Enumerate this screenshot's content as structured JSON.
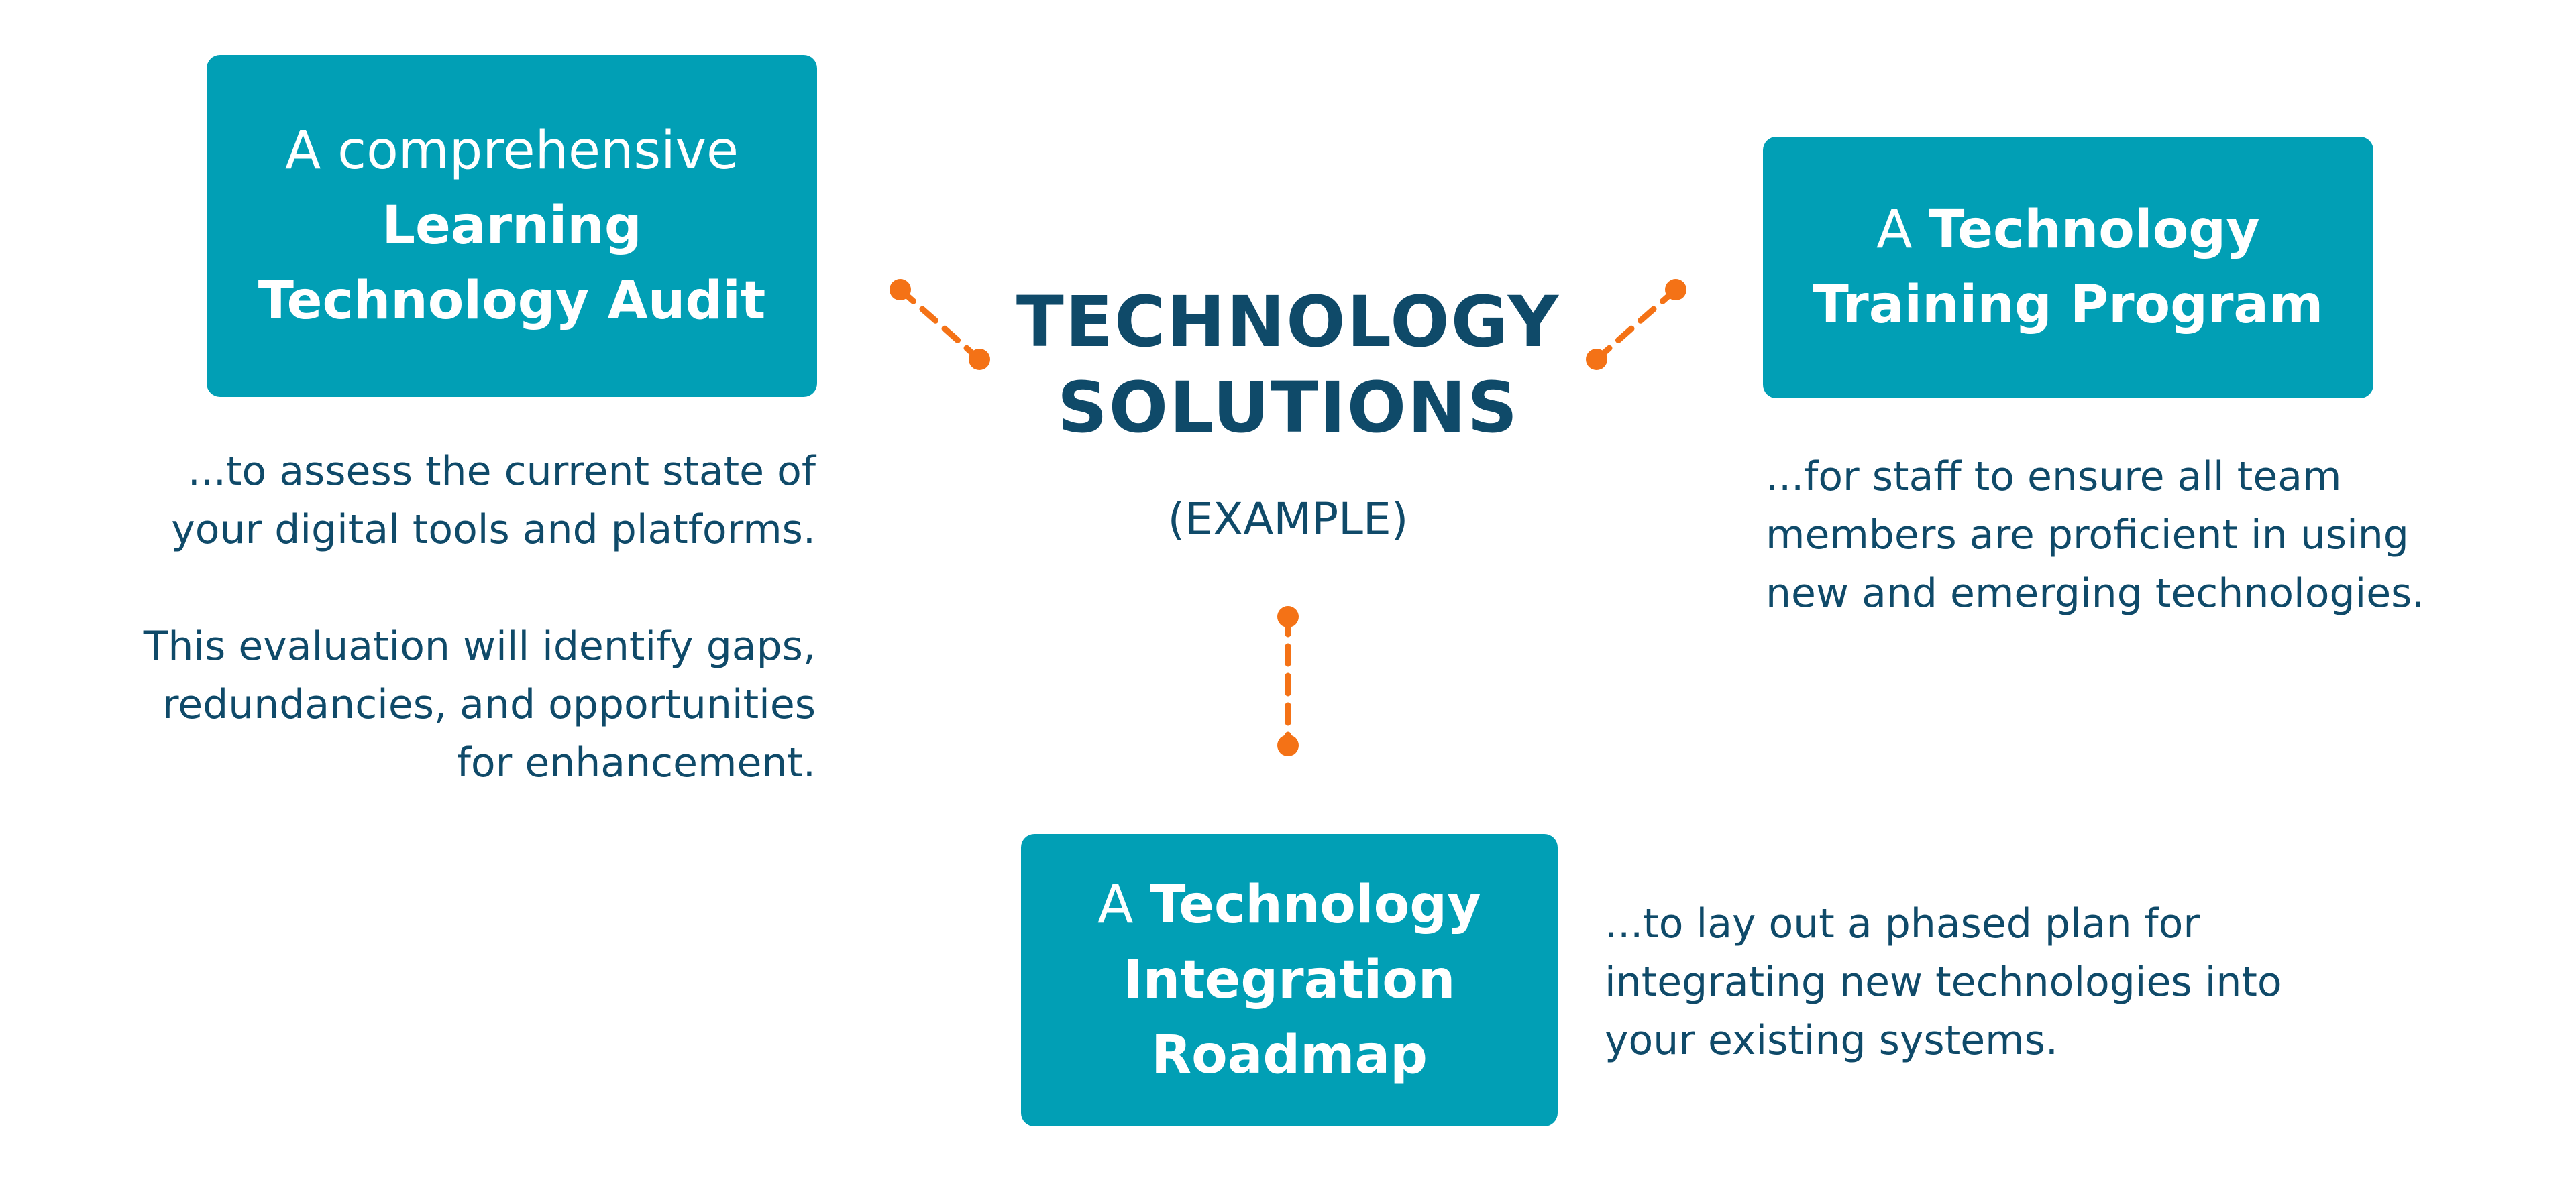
{
  "center": {
    "title_line1": "TECHNOLOGY",
    "title_line2": "SOLUTIONS",
    "subtitle": "(EXAMPLE)"
  },
  "audit": {
    "card_line1": "A comprehensive",
    "card_line2": "Learning",
    "card_line3": "Technology Audit",
    "desc_p1_line1": "...to assess the current state of",
    "desc_p1_line2": "your digital tools and platforms.",
    "desc_p2_line1": "This evaluation will identify gaps,",
    "desc_p2_line2": "redundancies, and opportunities",
    "desc_p2_line3": "for enhancement."
  },
  "training": {
    "card_prefix": "A ",
    "card_bold1": "Technology",
    "card_line2": "Training Program",
    "desc_line1": "...for staff to ensure all team",
    "desc_line2": "members are proficient in using",
    "desc_line3": "new and emerging technologies."
  },
  "roadmap": {
    "card_prefix": "A ",
    "card_bold1": "Technology",
    "card_line2": "Integration",
    "card_line3": "Roadmap",
    "desc_line1": "...to lay out a phased plan for",
    "desc_line2": "integrating new technologies into",
    "desc_line3": "your existing systems."
  },
  "colors": {
    "card_bg": "#019fb5",
    "card_text": "#ffffff",
    "navy_text": "#0f4a69",
    "connector": "#f47216"
  }
}
